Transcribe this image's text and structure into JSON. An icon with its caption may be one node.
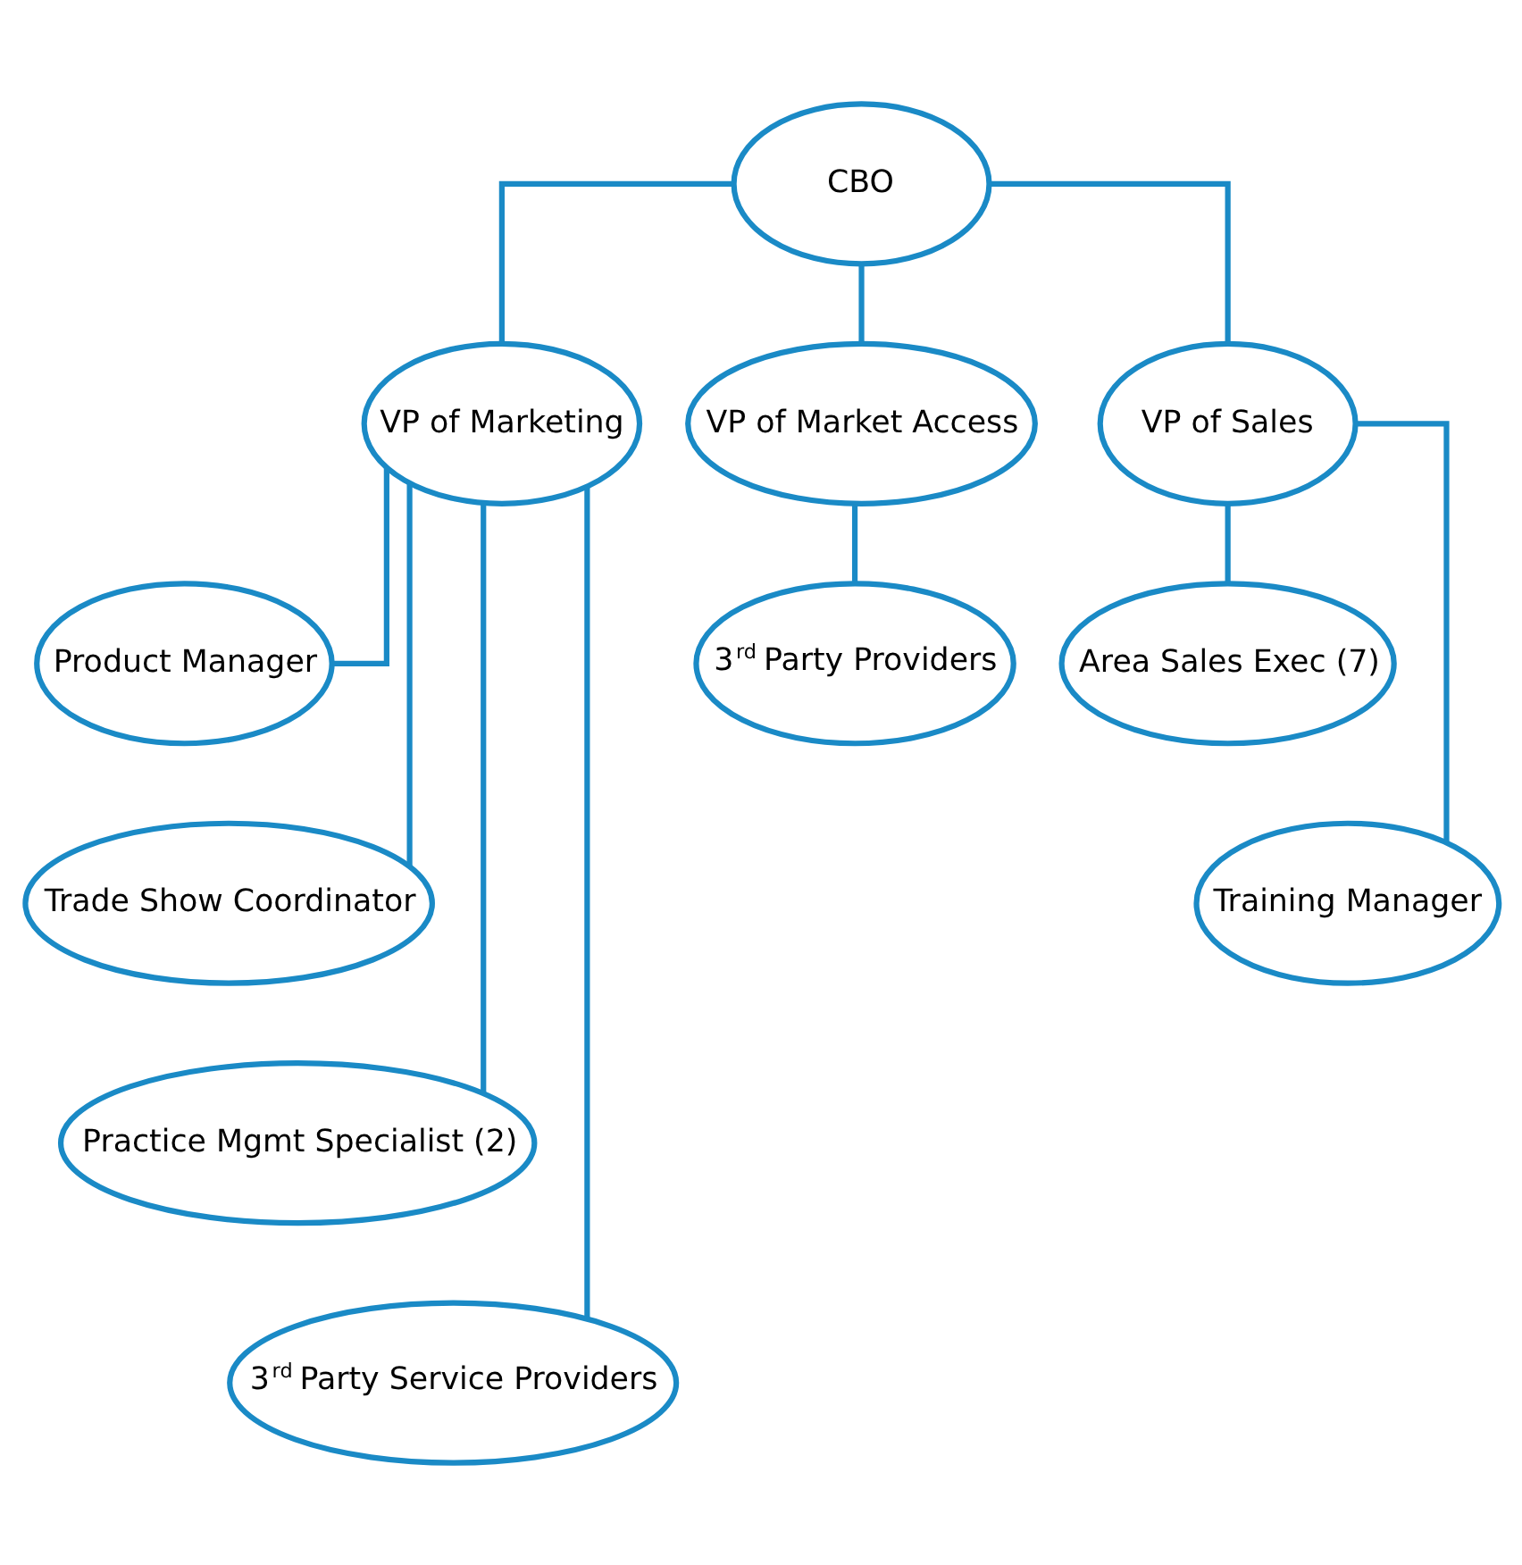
{
  "diagram": {
    "nodes": [
      {
        "text": [
          "CBO"
        ]
      },
      {
        "text": [
          "VP of Marketing"
        ]
      },
      {
        "text": [
          "VP of Market Access"
        ]
      },
      {
        "text": [
          "VP of Sales"
        ]
      },
      {
        "text": [
          "Product Manager"
        ]
      },
      {
        "text": [
          "Trade Show Coordinator"
        ]
      },
      {
        "text": [
          "Practice Mgmt Specialist (2)"
        ]
      },
      {
        "text": [
          "3$^{rd}$ Party Service Providers"
        ]
      },
      {
        "text": [
          "3$^{rd}$ Party Providers"
        ]
      },
      {
        "text": [
          "Area Sales Exec (7)"
        ]
      },
      {
        "text": [
          "Training Manager"
        ]
      }
    ],
    "edges": [
      {
        "from": 0,
        "to": 1,
        "arrow": "none"
      },
      {
        "from": 0,
        "to": 2,
        "arrow": "none"
      },
      {
        "from": 0,
        "to": 3,
        "arrow": "none"
      },
      {
        "from": 1,
        "to": 4,
        "arrow": "none"
      },
      {
        "from": 1,
        "to": 5,
        "arrow": "none"
      },
      {
        "from": 1,
        "to": 6,
        "arrow": "none"
      },
      {
        "from": 1,
        "to": 7,
        "arrow": "none"
      },
      {
        "from": 2,
        "to": 8,
        "arrow": "none"
      },
      {
        "from": 3,
        "to": 9,
        "arrow": "none"
      },
      {
        "from": 3,
        "to": 10,
        "arrow": "none"
      }
    ]
  }
}
